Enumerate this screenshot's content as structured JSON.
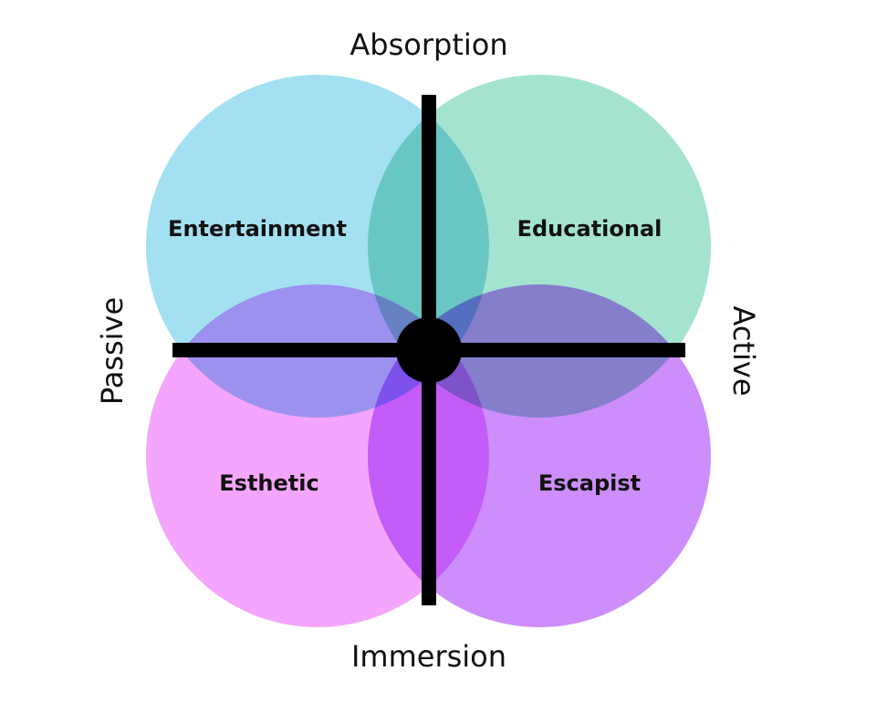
{
  "axes": {
    "top": "Absorption",
    "bottom": "Immersion",
    "left": "Passive",
    "right": "Active"
  },
  "quadrants": {
    "top_left": {
      "label": "Entertainment",
      "color": "#A3E0F1"
    },
    "top_right": {
      "label": "Educational",
      "color": "#A4E3CF"
    },
    "bottom_left": {
      "label": "Esthetic",
      "color": "#F4A5FD"
    },
    "bottom_right": {
      "label": "Escapist",
      "color": "#CD8EFB"
    }
  },
  "center_color": "#000000"
}
